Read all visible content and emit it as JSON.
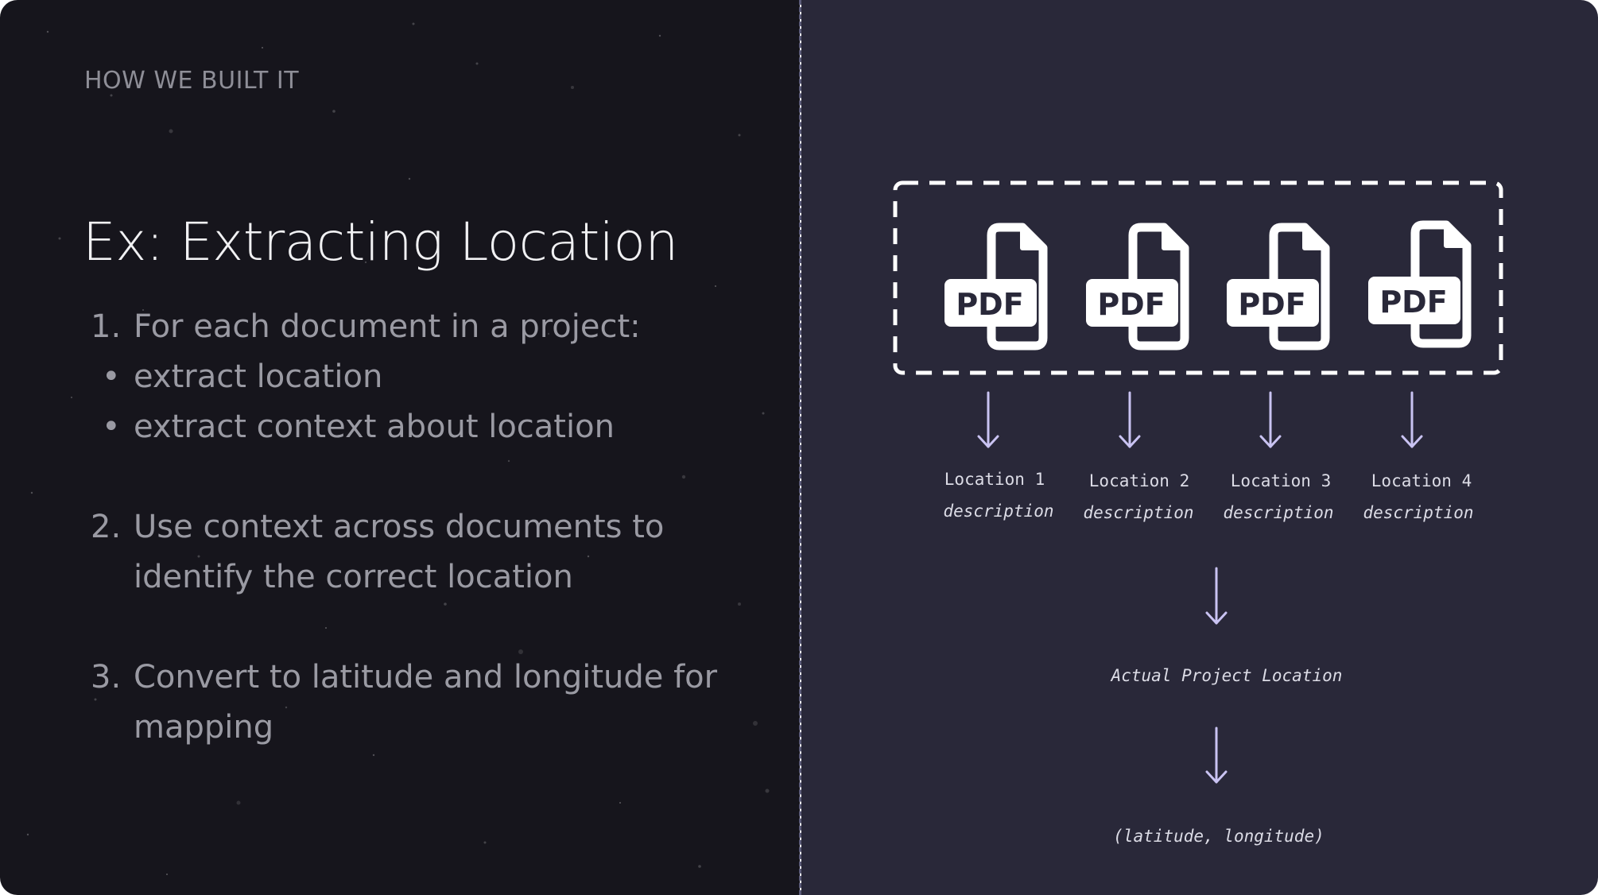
{
  "section_label": "HOW WE BUILT IT",
  "title": "Ex: Extracting Location",
  "steps": [
    {
      "number": "1.",
      "text": "For each document in a project:",
      "bullets": [
        "extract location",
        "extract context about location"
      ]
    },
    {
      "number": "2.",
      "lines": [
        "Use context across documents to",
        "identify the correct location"
      ]
    },
    {
      "number": "3.",
      "lines": [
        "Convert to latitude and longitude for",
        "mapping"
      ]
    }
  ],
  "bullet_glyph": "•",
  "diagram": {
    "pdf_badge_text": "PDF",
    "documents": [
      {
        "label": "Location 1",
        "desc": "description"
      },
      {
        "label": "Location 2",
        "desc": "description"
      },
      {
        "label": "Location 3",
        "desc": "description"
      },
      {
        "label": "Location 4",
        "desc": "description"
      }
    ],
    "result": "Actual Project Location",
    "coordinates": "(latitude, longitude)"
  },
  "colors": {
    "left_bg": "#16151c",
    "right_bg": "#292839",
    "arrow": "#c9c3f2",
    "icon": "#ffffff",
    "title": "#f1f1f3",
    "body": "#9a9aa3"
  }
}
